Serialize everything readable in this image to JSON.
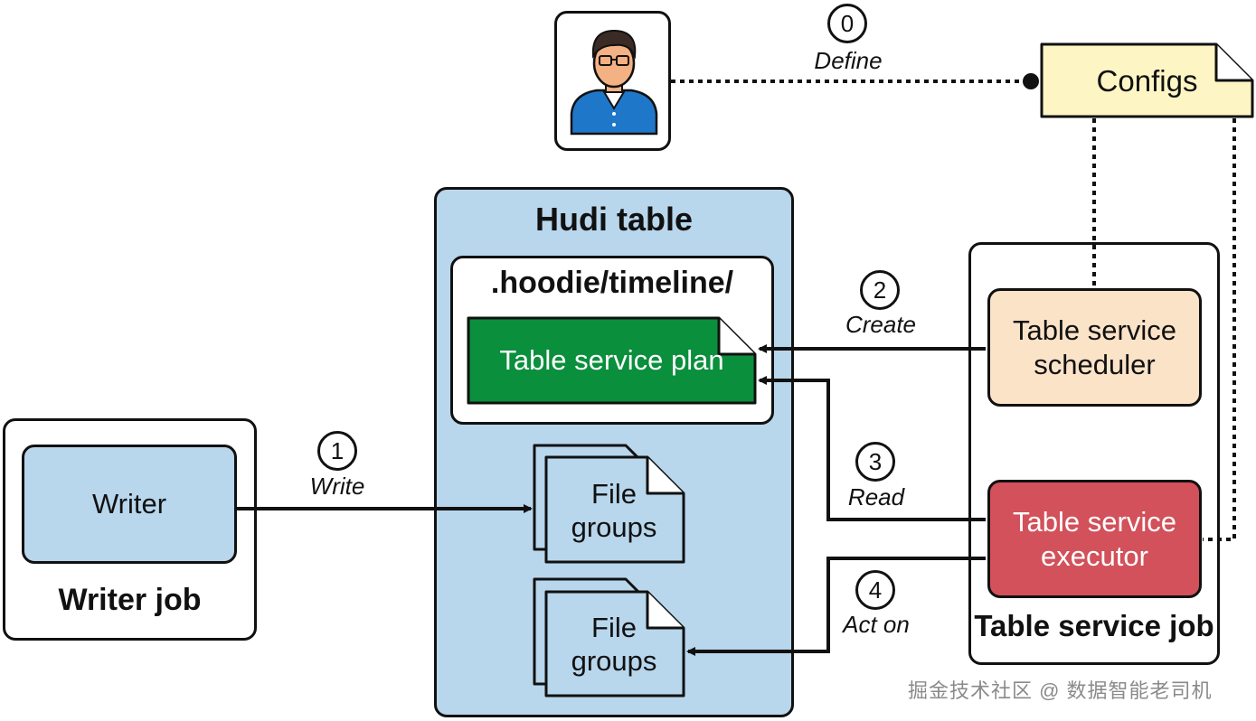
{
  "hudi_table": {
    "title": "Hudi table"
  },
  "timeline": {
    "title": ".hoodie/timeline/",
    "plan": "Table service plan"
  },
  "file_groups": [
    {
      "line1": "File",
      "line2": "groups"
    },
    {
      "line1": "File",
      "line2": "groups"
    }
  ],
  "writer_job": {
    "title": "Writer job",
    "writer": "Writer"
  },
  "table_service_job": {
    "title": "Table service job",
    "scheduler_line1": "Table service",
    "scheduler_line2": "scheduler",
    "executor_line1": "Table service",
    "executor_line2": "executor"
  },
  "configs": {
    "label": "Configs"
  },
  "steps": [
    {
      "num": "0",
      "label": "Define"
    },
    {
      "num": "1",
      "label": "Write"
    },
    {
      "num": "2",
      "label": "Create"
    },
    {
      "num": "3",
      "label": "Read"
    },
    {
      "num": "4",
      "label": "Act on"
    }
  ],
  "watermark": "掘金技术社区 @ 数据智能老司机",
  "colors": {
    "hudi_table_bg": "#b8d6ec",
    "plan_green": "#0a8f3c",
    "scheduler_bg": "#fbe3c8",
    "executor_red": "#d2515a",
    "configs_bg": "#fdf5c4",
    "writer_bg": "#b8d6ec",
    "user_shirt": "#1f77c9"
  },
  "icons": {
    "user": "user-avatar-icon",
    "document": "document-fold-icon"
  }
}
